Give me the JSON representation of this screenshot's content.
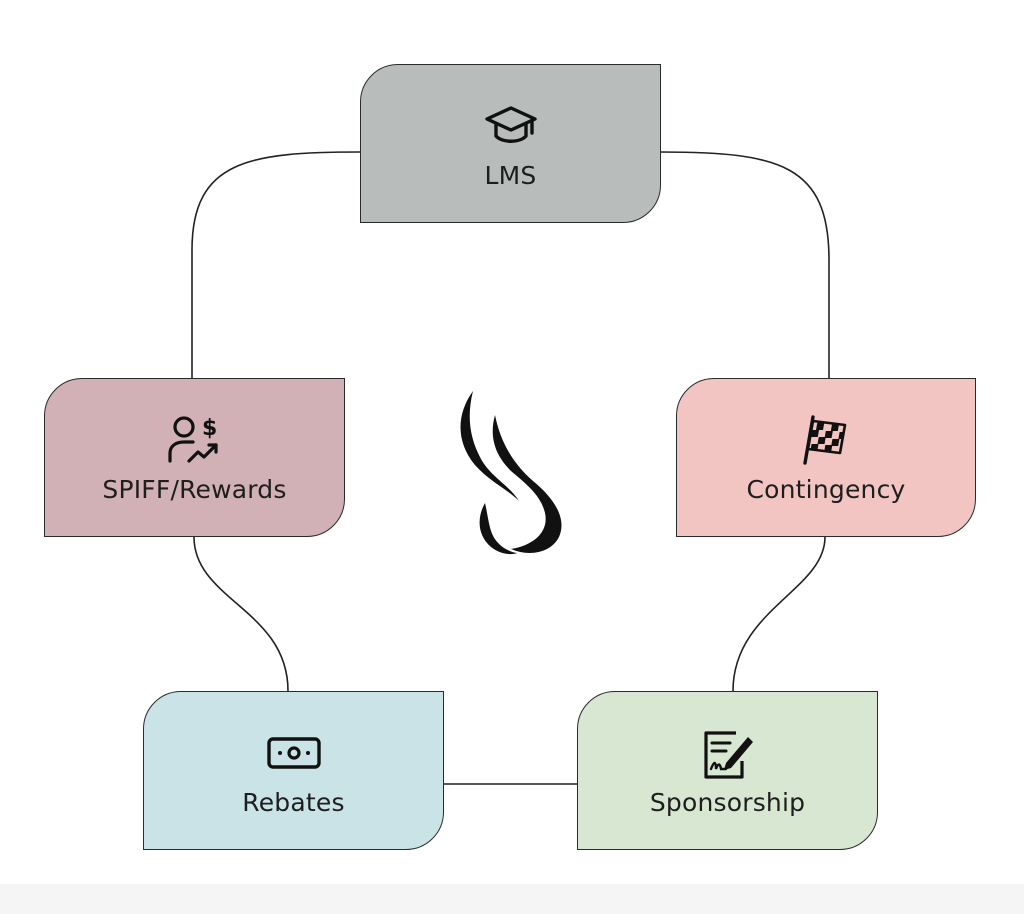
{
  "diagram": {
    "nodes": [
      {
        "id": "lms",
        "label": "LMS",
        "icon": "graduation-cap-icon",
        "color": "#b8bcbb"
      },
      {
        "id": "spiff",
        "label": "SPIFF/Rewards",
        "icon": "person-dollar-trend-icon",
        "color": "#d1b1b6"
      },
      {
        "id": "contingency",
        "label": "Contingency",
        "icon": "checkered-flag-icon",
        "color": "#f2c5c3"
      },
      {
        "id": "rebates",
        "label": "Rebates",
        "icon": "banknote-icon",
        "color": "#c9e3e7"
      },
      {
        "id": "sponsorship",
        "label": "Sponsorship",
        "icon": "signed-contract-icon",
        "color": "#d7e7d1"
      }
    ],
    "edges": [
      {
        "from": "lms",
        "to": "spiff"
      },
      {
        "from": "lms",
        "to": "contingency"
      },
      {
        "from": "spiff",
        "to": "rebates"
      },
      {
        "from": "contingency",
        "to": "sponsorship"
      },
      {
        "from": "rebates",
        "to": "sponsorship"
      }
    ],
    "center_logo": "flame-logo-icon"
  }
}
